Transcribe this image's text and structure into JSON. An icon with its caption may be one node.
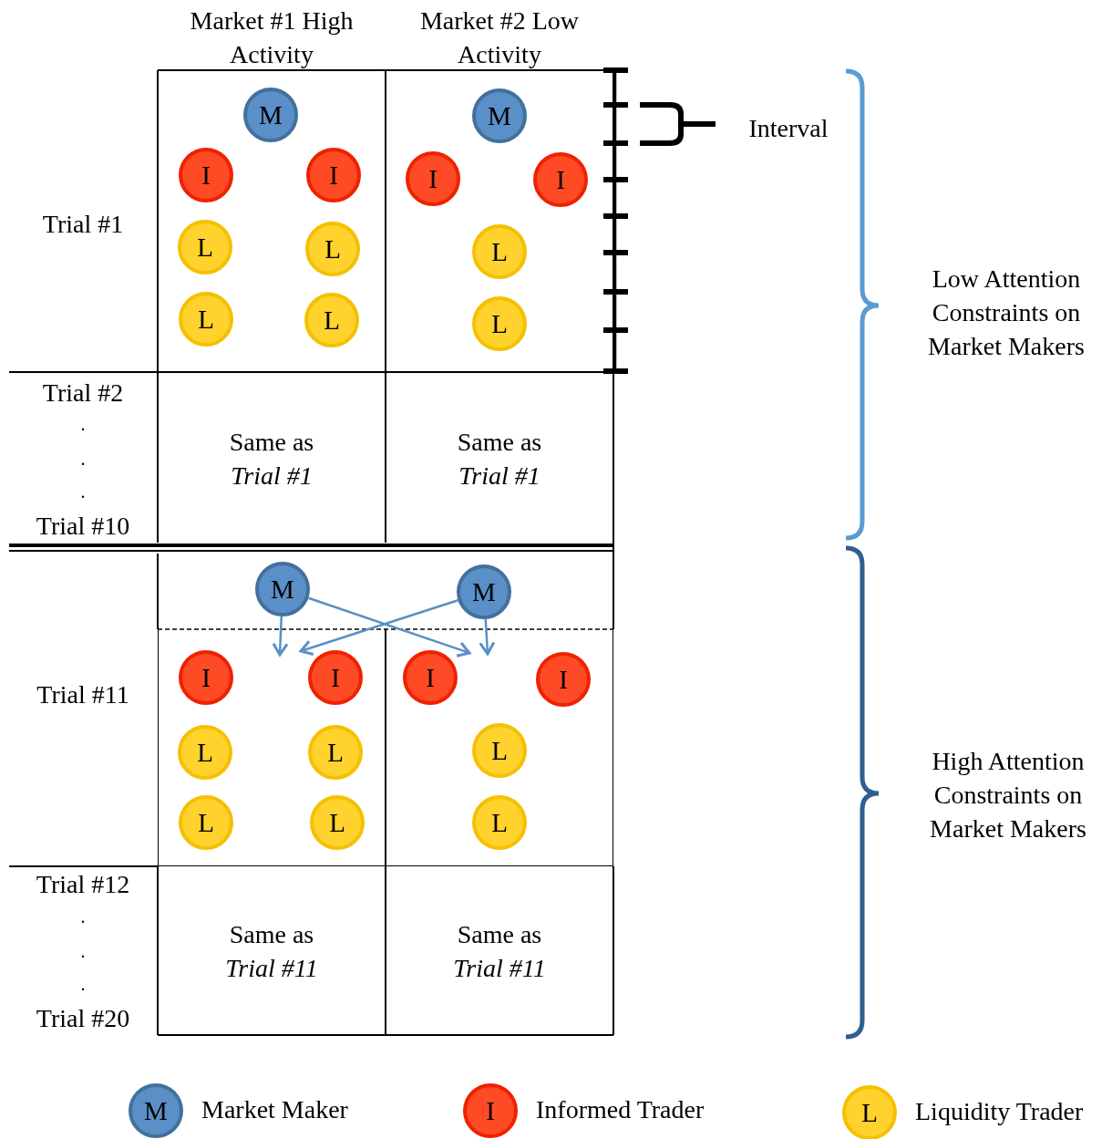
{
  "diagram": {
    "nodes": [
      {
        "text": [
          "M"
        ]
      },
      {
        "text": [
          "I"
        ]
      },
      {
        "text": [
          "I"
        ]
      },
      {
        "text": [
          "L"
        ]
      },
      {
        "text": [
          "L"
        ]
      },
      {
        "text": [
          "L"
        ]
      },
      {
        "text": [
          "L"
        ]
      },
      {
        "text": [
          "M"
        ]
      },
      {
        "text": [
          "I"
        ]
      },
      {
        "text": [
          "I"
        ]
      },
      {
        "text": [
          "L"
        ]
      },
      {
        "text": [
          "L"
        ]
      },
      {
        "text": [
          "M"
        ]
      },
      {
        "text": [
          "M"
        ]
      },
      {
        "text": [],
        "shape": "box"
      },
      {
        "text": [],
        "shape": "box"
      },
      {
        "text": [
          "I"
        ],
        "in": 14
      },
      {
        "text": [
          "I"
        ],
        "in": 14
      },
      {
        "text": [
          "I"
        ],
        "in": 15
      },
      {
        "text": [
          "I"
        ],
        "in": 15
      },
      {
        "text": [
          "L"
        ],
        "in": 14
      },
      {
        "text": [
          "L"
        ],
        "in": 14
      },
      {
        "text": [
          "L"
        ],
        "in": 15
      },
      {
        "text": [
          "L"
        ],
        "in": 14
      },
      {
        "text": [
          "L"
        ],
        "in": 14
      },
      {
        "text": [
          "L"
        ],
        "in": 15
      }
    ],
    "edges": [
      {
        "from": 12,
        "to": 14,
        "arrow": "to"
      },
      {
        "from": 12,
        "to": 15,
        "arrow": "to"
      },
      {
        "from": 13,
        "to": 14,
        "arrow": "to"
      },
      {
        "from": 13,
        "to": 15,
        "arrow": "to"
      }
    ],
    "labels": [
      "Market #1 High Activity",
      "Market #2 Low Activity",
      "Interval",
      "Trial #1",
      "Low Attention Constraints on Market Makers",
      "Trial #2",
      ".",
      ".",
      ".",
      "Trial #10",
      "Same as *Trial #1*",
      "Same as *Trial #1*",
      "Trial #11",
      "High Attention Constraints on Market Makers",
      "Trial #12",
      ".",
      ".",
      ".",
      "Trial #20",
      "Same as *Trial #11*",
      "Same as *Trial #11*",
      "M",
      "I",
      "L"
    ],
    "legend": [
      {
        "text": "Market Maker",
        "color": "#5b8fc7"
      },
      {
        "text": "Informed Trader",
        "color": "#ff4a26"
      },
      {
        "text": "Liquidity Trader",
        "color": "#ffd22e"
      }
    ]
  }
}
